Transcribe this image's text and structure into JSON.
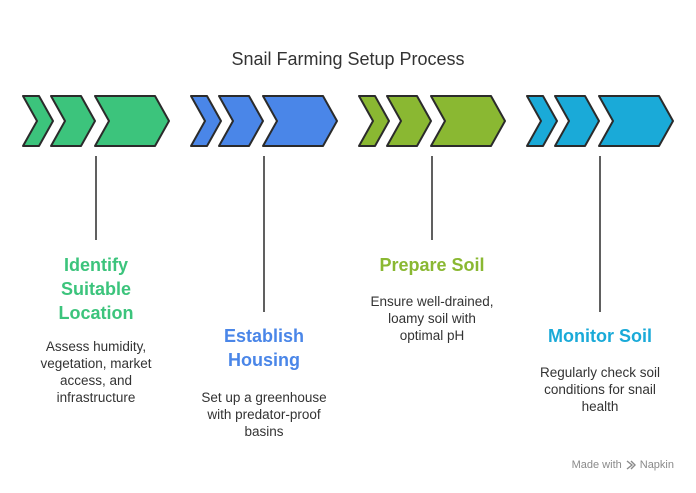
{
  "title": "Snail Farming Setup Process",
  "steps": [
    {
      "title": "Identify\nSuitable\nLocation",
      "description": "Assess humidity,\nvegetation, market\naccess, and\ninfrastructure",
      "color": "#3cc47c"
    },
    {
      "title": "Establish\nHousing",
      "description": "Set up a greenhouse\nwith predator-proof\nbasins",
      "color": "#4a86e8"
    },
    {
      "title": "Prepare Soil",
      "description": "Ensure well-drained,\nloamy soil with\noptimal pH",
      "color": "#8ab832"
    },
    {
      "title": "Monitor Soil",
      "description": "Regularly check soil\nconditions for snail\nhealth",
      "color": "#1aaad8"
    }
  ],
  "footer": {
    "made_with": "Made with",
    "brand": "Napkin"
  }
}
